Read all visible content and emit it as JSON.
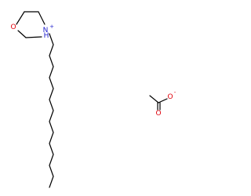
{
  "molecule": {
    "cation": {
      "ring_oxygen": "O",
      "ring_nitrogen": "N",
      "nitrogen_hydrogen": "H",
      "nitrogen_charge": "+"
    },
    "anion": {
      "carbonyl_oxygen": "O",
      "oxide_oxygen": "O",
      "oxide_charge": "-"
    },
    "colors": {
      "bond": "#000000",
      "oxygen": "#e0000b",
      "nitrogen": "#1f1fcc"
    }
  }
}
